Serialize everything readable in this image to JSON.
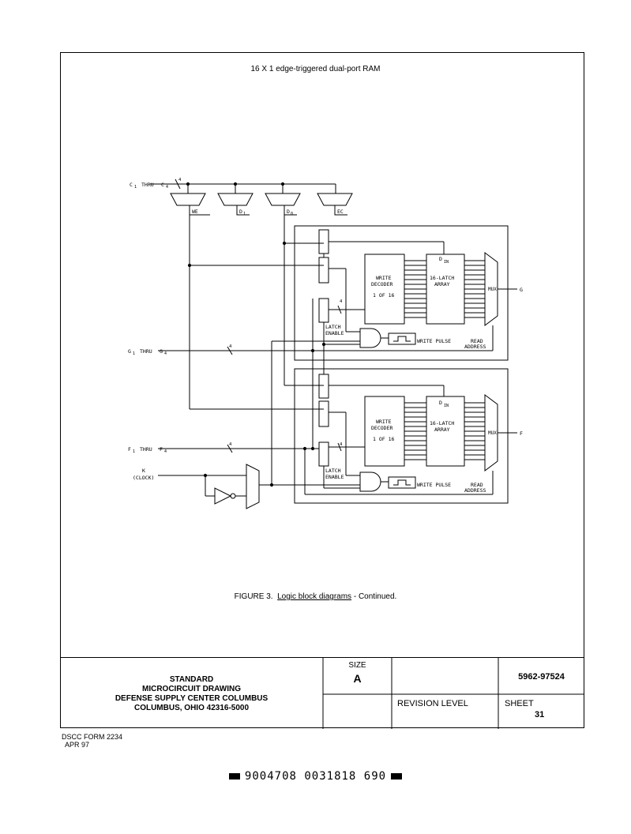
{
  "figure_title": "16 X 1 edge-triggered dual-port RAM",
  "diagram": {
    "labels": {
      "c_in": "C",
      "c_sub1": "1",
      "thru": "THRU",
      "c_sub4": "4",
      "bus4": "4",
      "we": "WE",
      "d1": "D",
      "d1_sub": "1",
      "d0": "D",
      "d0_sub": "0",
      "ec": "EC",
      "din": "D",
      "din_sub": "IN",
      "write": "WRITE",
      "decoder": "DECODER",
      "one_of_16": "1 OF 16",
      "latch16": "16-LATCH",
      "array": "ARRAY",
      "mux": "MUX",
      "out_g": "G",
      "out_f": "F",
      "latch": "LATCH",
      "enable": "ENABLE",
      "write_pulse": "WRITE PULSE",
      "read": "READ",
      "address": "ADDRESS",
      "g_in": "G",
      "g_sub1": "1",
      "g_sub4": "4",
      "f_in": "F",
      "f_sub1": "1",
      "f_sub4": "4",
      "k": "K",
      "clock": "(CLOCK)"
    }
  },
  "caption": {
    "prefix": "FIGURE 3.",
    "underlined": "Logic block diagrams",
    "suffix": "- Continued."
  },
  "title_block": {
    "line1": "STANDARD",
    "line2": "MICROCIRCUIT DRAWING",
    "line3": "DEFENSE SUPPLY CENTER COLUMBUS",
    "line4": "COLUMBUS, OHIO 42316-5000",
    "size_label": "SIZE",
    "size_value": "A",
    "drawing_number": "5962-97524",
    "revision_label": "REVISION LEVEL",
    "sheet_label": "SHEET",
    "sheet_number": "31"
  },
  "form": {
    "line1": "DSCC FORM 2234",
    "line2": "APR 97"
  },
  "barcode_text": "9004708 0031818 690"
}
